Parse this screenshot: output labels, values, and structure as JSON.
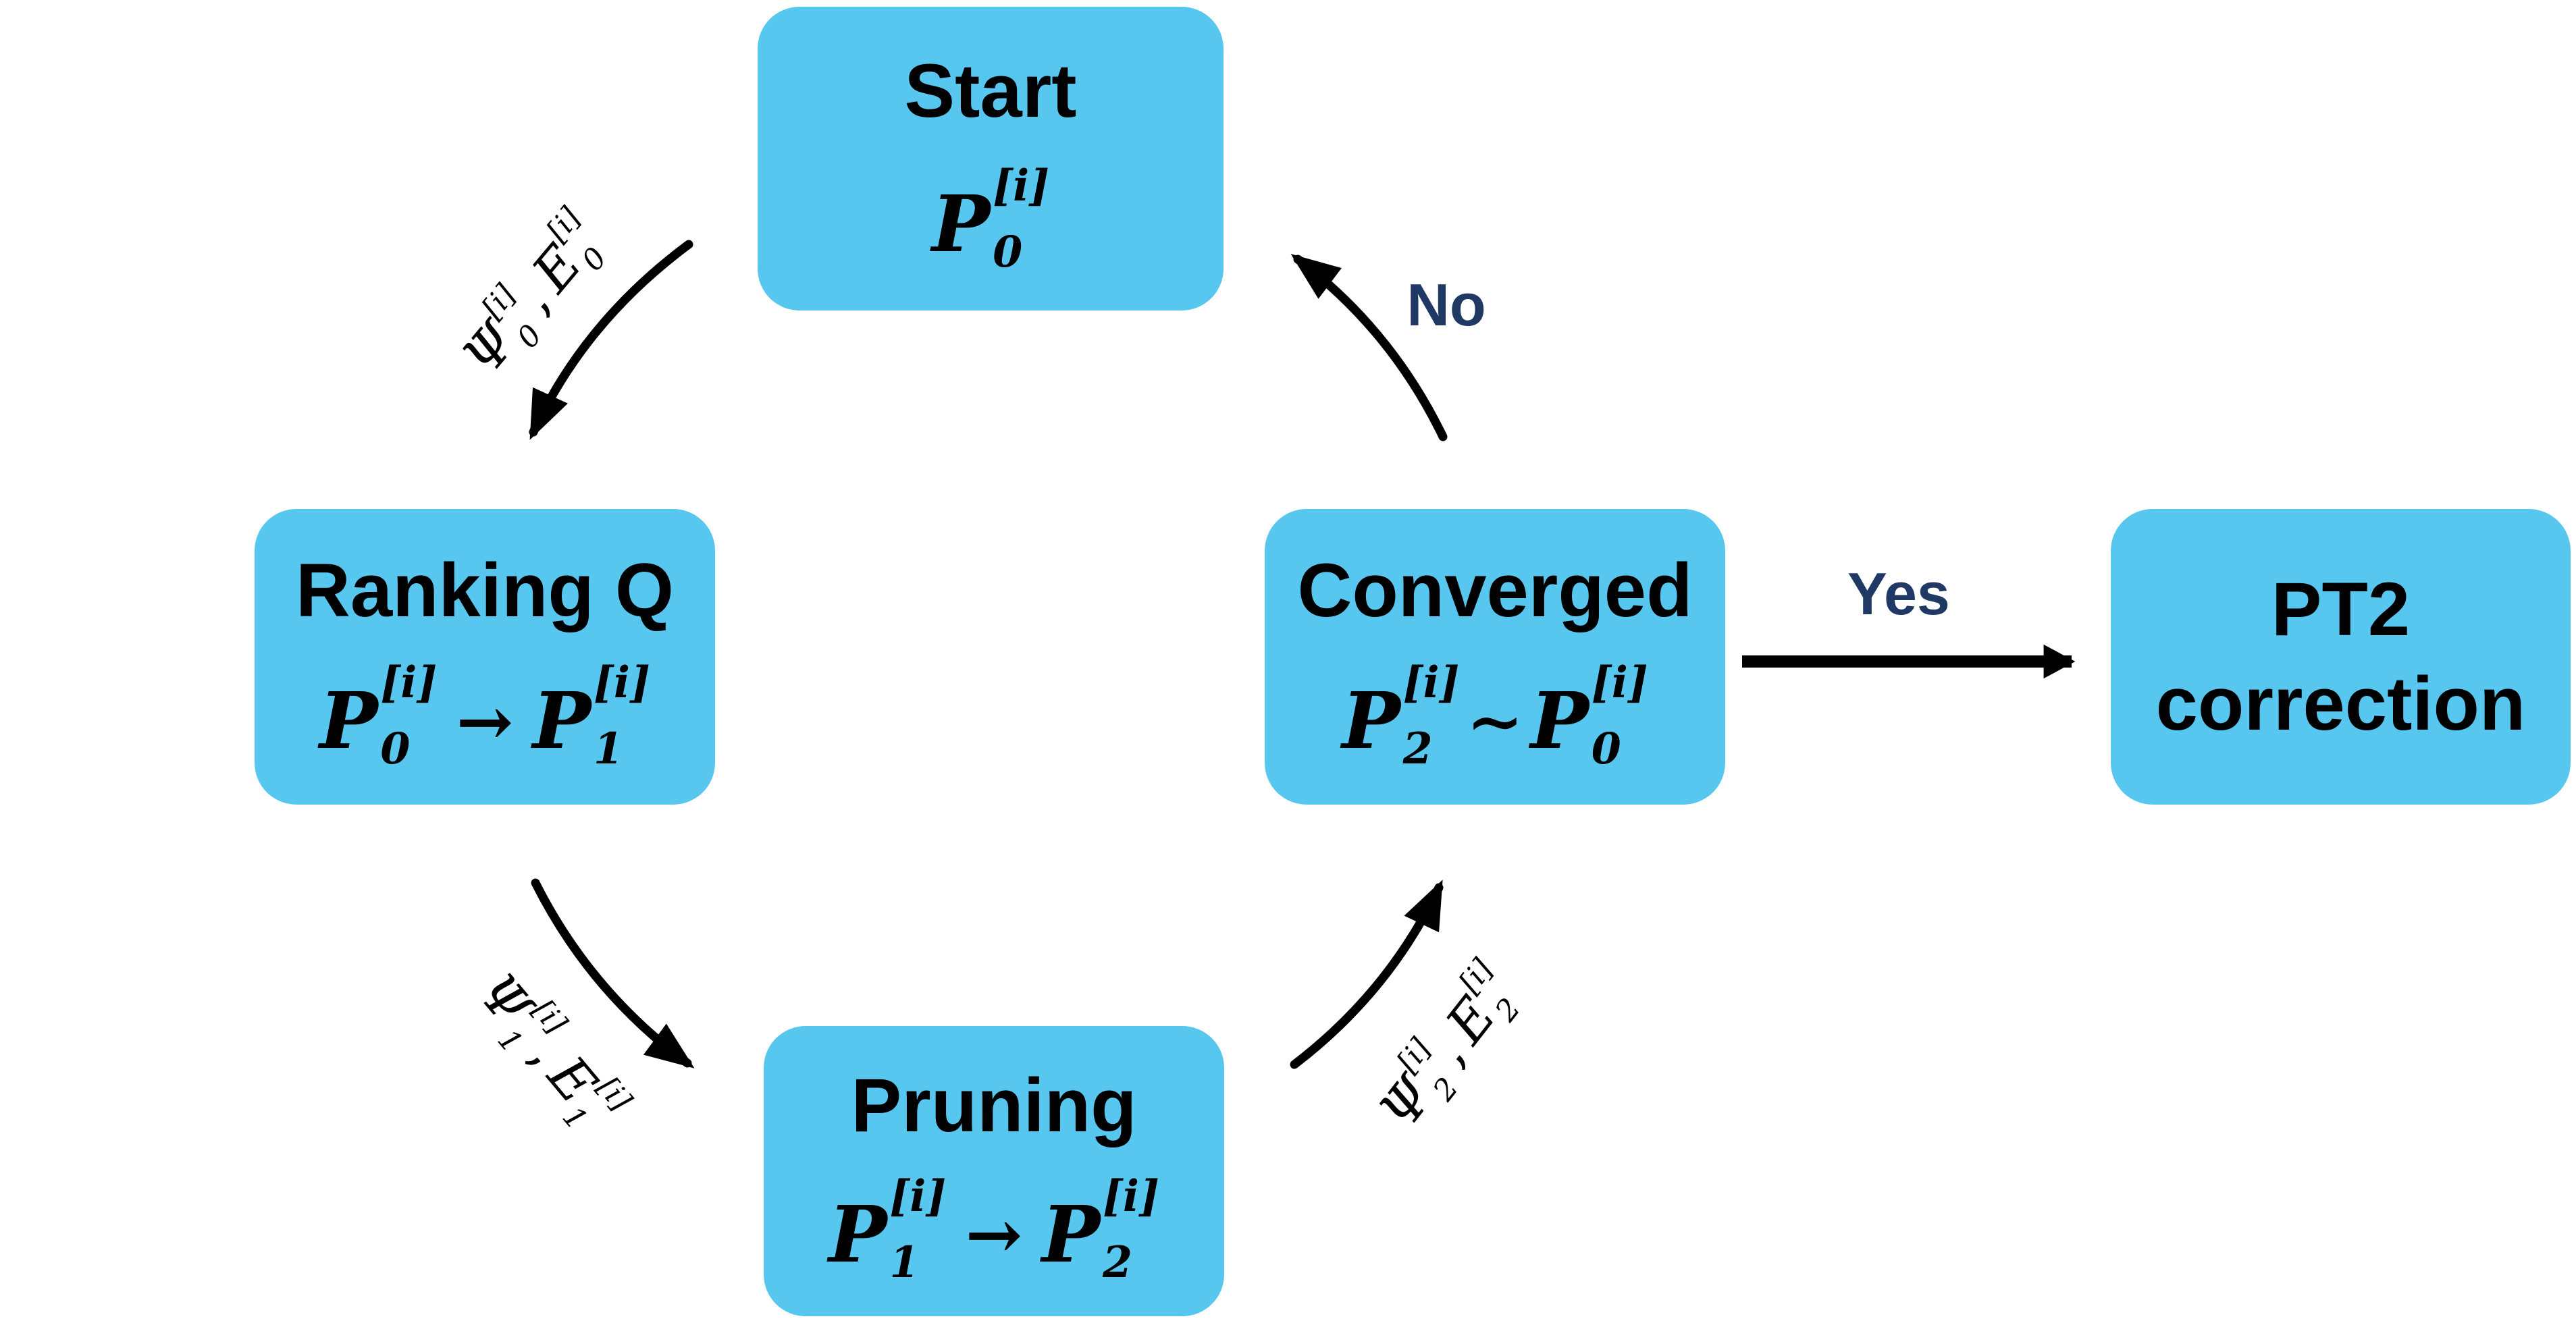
{
  "colors": {
    "box-fill": "#58C7EF",
    "ink": "#000000",
    "decision": "#1F3864",
    "background": "#FFFFFF"
  },
  "nodes": {
    "start": {
      "title": "Start",
      "formula": {
        "p1": {
          "base": "P",
          "sup": "[i]",
          "sub": "0"
        }
      }
    },
    "ranking": {
      "title": "Ranking Q",
      "formula": {
        "p1": {
          "base": "P",
          "sup": "[i]",
          "sub": "0"
        },
        "op": "→",
        "p2": {
          "base": "P",
          "sup": "[i]",
          "sub": "1"
        }
      }
    },
    "pruning": {
      "title": "Pruning",
      "formula": {
        "p1": {
          "base": "P",
          "sup": "[i]",
          "sub": "1"
        },
        "op": "→",
        "p2": {
          "base": "P",
          "sup": "[i]",
          "sub": "2"
        }
      }
    },
    "converged": {
      "title": "Converged",
      "formula": {
        "p1": {
          "base": "P",
          "sup": "[i]",
          "sub": "2"
        },
        "op": "∼",
        "p2": {
          "base": "P",
          "sup": "[i]",
          "sub": "0"
        }
      }
    },
    "pt2": {
      "title": "PT2 correction"
    }
  },
  "edges": {
    "start_to_ranking": {
      "from": "start",
      "to": "ranking",
      "label": {
        "t1": {
          "base": "Ψ",
          "sup": "[i]",
          "sub": "0"
        },
        "sep": ", ",
        "t2": {
          "base": "E",
          "sup": "[i]",
          "sub": "0"
        }
      }
    },
    "ranking_to_pruning": {
      "from": "ranking",
      "to": "pruning",
      "label": {
        "t1": {
          "base": "Ψ",
          "sup": "[i]",
          "sub": "1"
        },
        "sep": ", ",
        "t2": {
          "base": "E",
          "sup": "[i]",
          "sub": "1"
        }
      }
    },
    "pruning_to_converged": {
      "from": "pruning",
      "to": "converged",
      "label": {
        "t1": {
          "base": "Ψ",
          "sup": "[i]",
          "sub": "2"
        },
        "sep": ", ",
        "t2": {
          "base": "E",
          "sup": "[i]",
          "sub": "2"
        }
      }
    },
    "converged_to_start": {
      "from": "converged",
      "to": "start",
      "decision": "No"
    },
    "converged_to_pt2": {
      "from": "converged",
      "to": "pt2",
      "decision": "Yes"
    }
  }
}
